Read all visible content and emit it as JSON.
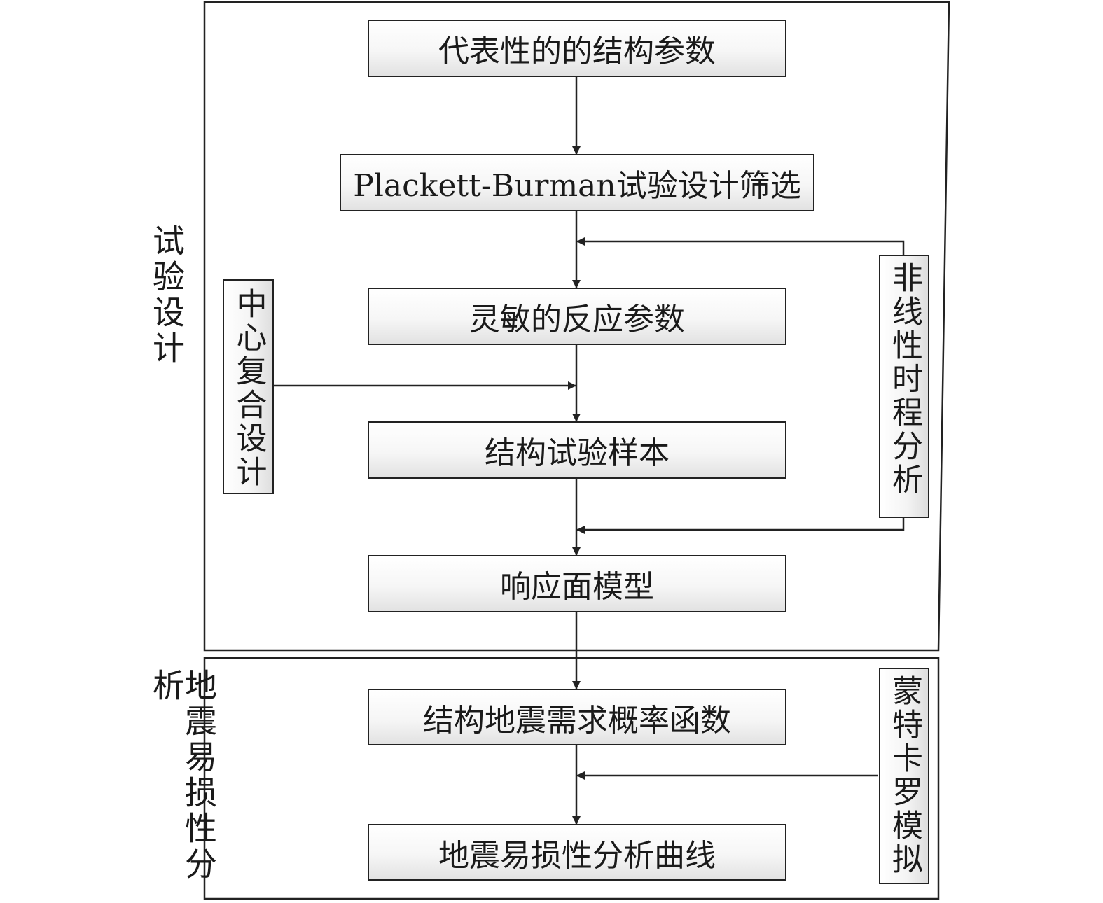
{
  "groups": {
    "experiment_design": "试验设计",
    "fragility_analysis": "地震易损性分析"
  },
  "steps": {
    "structural_params": "代表性的的结构参数",
    "pb_screening": "Plackett-Burman试验设计筛选",
    "sensitive_params": "灵敏的反应参数",
    "structural_samples": "结构试验样本",
    "response_surface": "响应面模型",
    "demand_function": "结构地震需求概率函数",
    "fragility_curve": "地震易损性分析曲线"
  },
  "side_methods": {
    "central_composite": "中心复合设计",
    "nonlinear_time_history": "非线性时程分析",
    "monte_carlo": "蒙特卡罗模拟"
  }
}
